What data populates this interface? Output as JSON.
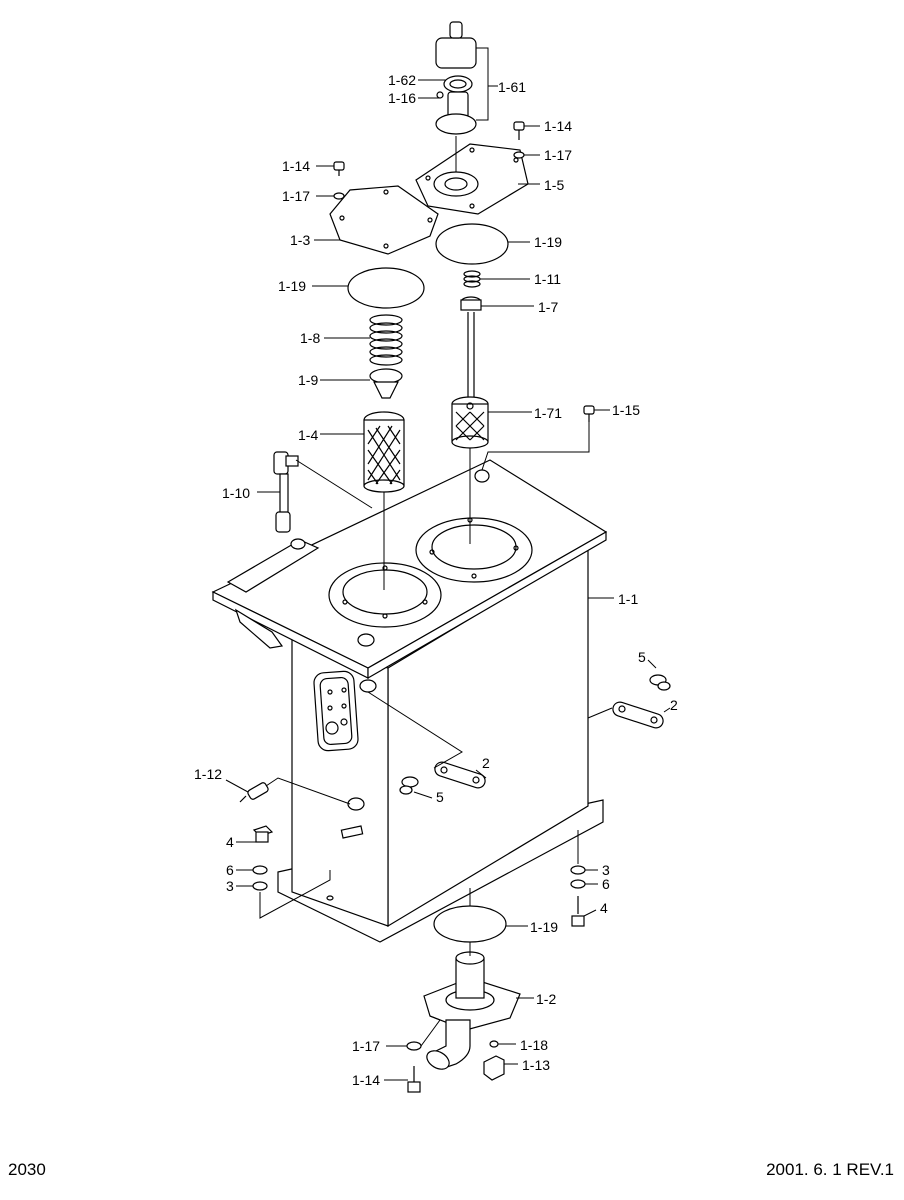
{
  "footer": {
    "page_number": "2030",
    "revision": "2001. 6. 1 REV.1"
  },
  "labels": {
    "l_1_62": "1-62",
    "l_1_16": "1-16",
    "l_1_61": "1-61",
    "l_1_14a": "1-14",
    "l_1_14b": "1-14",
    "l_1_17a": "1-17",
    "l_1_17b": "1-17",
    "l_1_5": "1-5",
    "l_1_3": "1-3",
    "l_1_19a": "1-19",
    "l_1_19b": "1-19",
    "l_1_11": "1-11",
    "l_1_7": "1-7",
    "l_1_8": "1-8",
    "l_1_9": "1-9",
    "l_1_4": "1-4",
    "l_1_71": "1-71",
    "l_1_15": "1-15",
    "l_1_10": "1-10",
    "l_1_1": "1-1",
    "l_5a": "5",
    "l_2a": "2",
    "l_2b": "2",
    "l_5b": "5",
    "l_1_12": "1-12",
    "l_4a": "4",
    "l_6a": "6",
    "l_3a": "3",
    "l_3b": "3",
    "l_6b": "6",
    "l_4b": "4",
    "l_1_19c": "1-19",
    "l_1_2": "1-2",
    "l_1_17c": "1-17",
    "l_1_18": "1-18",
    "l_1_13": "1-13",
    "l_1_14c": "1-14"
  }
}
